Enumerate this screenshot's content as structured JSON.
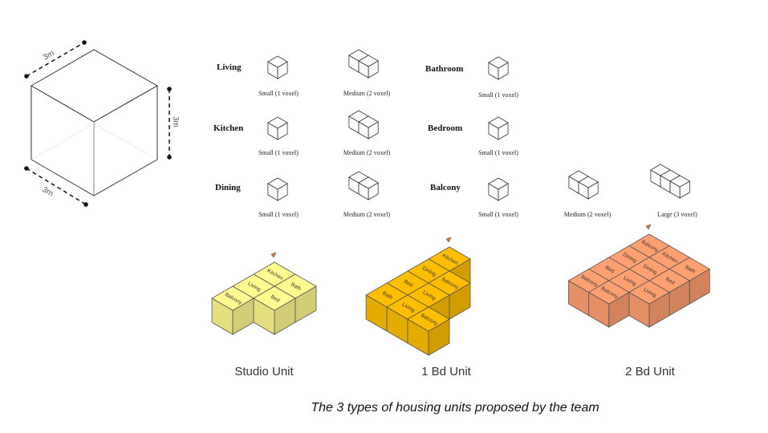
{
  "dimensions": {
    "edge_top": "3m",
    "edge_right": "3m",
    "edge_bottom": "3m"
  },
  "room_types": [
    {
      "name": "Living",
      "sizes": [
        "Small (1 voxel)",
        "Medium (2 voxel)"
      ]
    },
    {
      "name": "Kitchen",
      "sizes": [
        "Small (1 voxel)",
        "Medium (2 voxel)"
      ]
    },
    {
      "name": "Dining",
      "sizes": [
        "Small (1 voxel)",
        "Medium (2 voxel)"
      ]
    },
    {
      "name": "Bathroom",
      "sizes": [
        "Small (1 voxel)"
      ]
    },
    {
      "name": "Bedroom",
      "sizes": [
        "Small (1 voxel)"
      ]
    },
    {
      "name": "Balcony",
      "sizes": [
        "Small (1 voxel)",
        "Medium (2 voxel)",
        "Large (3 voxel)"
      ]
    }
  ],
  "units": [
    {
      "title": "Studio Unit",
      "color": "#f6f08a",
      "rooms": [
        "Kitchen",
        "Bath",
        "Living",
        "Bed",
        "Balcony"
      ]
    },
    {
      "title": "1 Bd Unit",
      "color": "#f5b800",
      "rooms": [
        "Kitchen",
        "Dining",
        "Bed",
        "Living",
        "Balcony",
        "Bath",
        "Living",
        "Balcony"
      ]
    },
    {
      "title": "2 Bd Unit",
      "color": "#f79a6e",
      "rooms": [
        "Balcony",
        "Kitchen",
        "Dining",
        "Dining",
        "Bath",
        "Bed",
        "Living",
        "Bed",
        "Living",
        "Balcony",
        "Balcony",
        "Balcony"
      ]
    }
  ],
  "caption": "The 3 types of housing units proposed by the team"
}
